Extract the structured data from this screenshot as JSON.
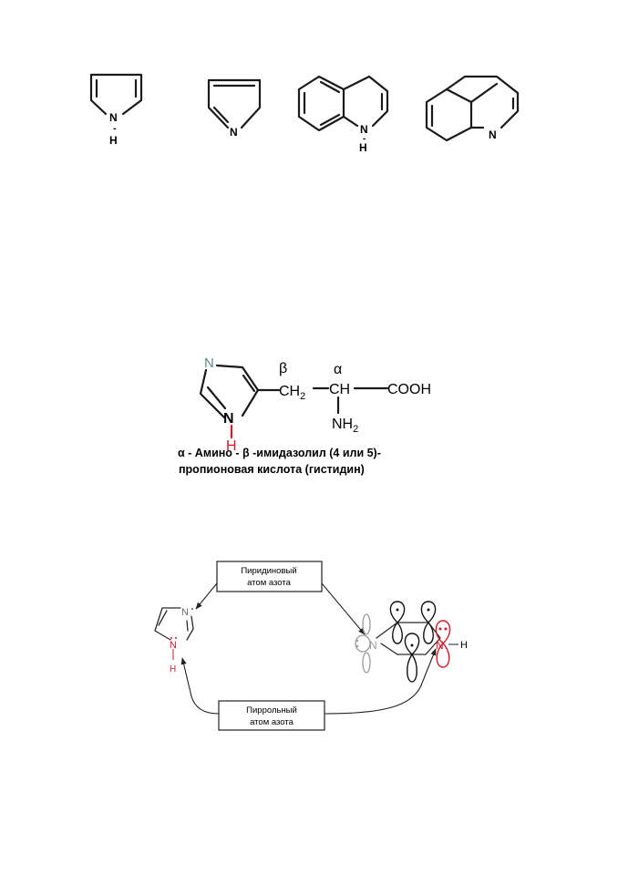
{
  "colors": {
    "bond": "#1a1a1a",
    "heteroatom_red": "#d11a2a",
    "heteroatom_teal": "#5a8a8a",
    "heteroatom_grey": "#9a9a9a"
  },
  "row1": {
    "pyrrole": {
      "n": "N",
      "dash": "-",
      "h": "H"
    },
    "h2_pyrrole": {
      "n": "N"
    },
    "indole": {
      "n": "N",
      "dash": "-",
      "h": "H"
    },
    "h3_indole": {
      "n": "N"
    }
  },
  "histidine": {
    "ring_n_top": "N",
    "ring_n_bottom": "N",
    "ring_h": "H",
    "beta": "β",
    "alpha": "α",
    "ch2": "CH",
    "ch2_sub": "2",
    "ch": "CH",
    "cooh": "COOH",
    "nh2": "NH",
    "nh2_sub": "2",
    "caption_line1": "α - Амино - β -имидазолил (4 или 5)-",
    "caption_line2": "пропионовая   кислота (гистидин)"
  },
  "imidazole_scheme": {
    "pyridine_label_line1": "Пиридиновый",
    "pyridine_label_line2": "атом азота",
    "pyrrole_label_line1": "Пиррольный",
    "pyrrole_label_line2": "атом азота",
    "small_n_top": "N",
    "small_n_bottom": "N",
    "small_h": "H",
    "orbital_n_left": "N",
    "orbital_n_right": "N",
    "orbital_h": "H"
  }
}
